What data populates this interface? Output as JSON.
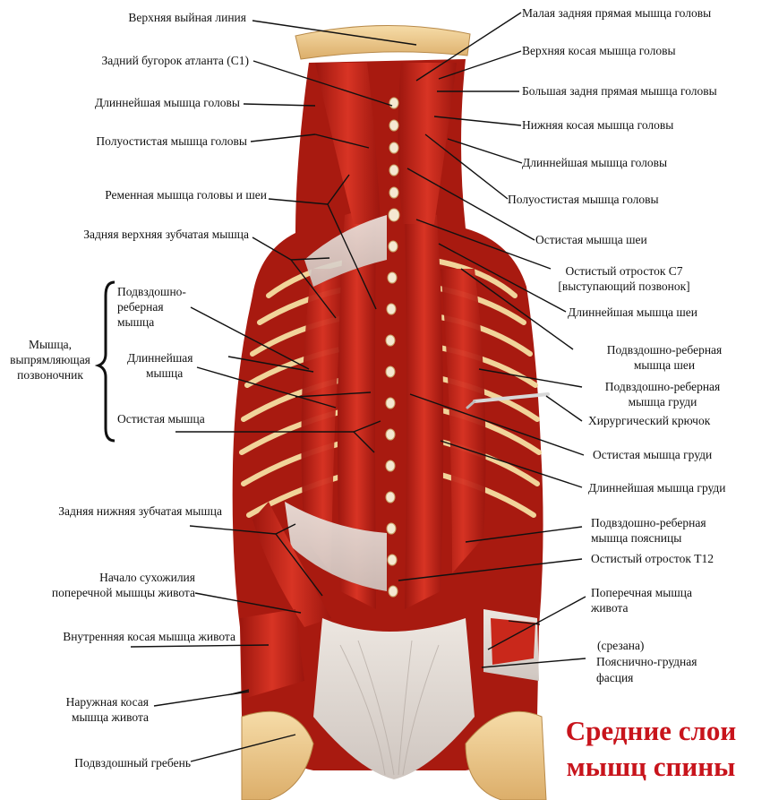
{
  "title": {
    "line1": "Средние слои",
    "line2": "мышц спины"
  },
  "brace_group": {
    "label_l1": "Мышца,",
    "label_l2": "выпрямляющая",
    "label_l3": "позвоночник",
    "iliocostalis_l1": "Подвздошно-",
    "iliocostalis_l2": "реберная",
    "iliocostalis_l3": "мышца",
    "longissimus_l1": "Длиннейшая",
    "longissimus_l2": "мышца",
    "spinalis": "Остистая мышца"
  },
  "labels_left": {
    "superior_nuchal_line": "Верхняя выйная линия",
    "posterior_tubercle_atlas": "Задний бугорок атланта (С1)",
    "longissimus_capitis": "Длиннейшая мышца головы",
    "semispinalis_capitis": "Полуостистая мышца головы",
    "splenius": "Ременная мышца головы и шеи",
    "serratus_posterior_superior": "Задняя верхняя зубчатая мышца",
    "serratus_posterior_inferior": "Задняя нижняя зубчатая мышца",
    "transversus_tendon_l1": "Начало сухожилия",
    "transversus_tendon_l2": "поперечной мышцы живота",
    "internal_oblique": "Внутренняя косая мышца живота",
    "external_oblique_l1": "Наружная косая",
    "external_oblique_l2": "мышца живота",
    "iliac_crest": "Подвздошный гребень"
  },
  "labels_right": {
    "rectus_capitis_posterior_minor": "Малая задняя прямая мышца головы",
    "obliquus_capitis_superior": "Верхняя косая мышца головы",
    "rectus_capitis_posterior_major": "Большая задня прямая мышца головы",
    "obliquus_capitis_inferior": "Нижняя косая мышца головы",
    "longissimus_capitis": "Длиннейшая мышца головы",
    "semispinalis_capitis": "Полуостистая мышца головы",
    "spinalis_cervicis": "Остистая мышца шеи",
    "c7_l1": "Остистый отросток С7",
    "c7_l2": "[выступающий позвонок]",
    "longissimus_cervicis": "Длиннейшая мышца шеи",
    "iliocostalis_cervicis_l1": "Подвздошно-реберная",
    "iliocostalis_cervicis_l2": "мышца шеи",
    "iliocostalis_thoracis_l1": "Подвздошно-реберная",
    "iliocostalis_thoracis_l2": "мышца груди",
    "surgical_hook": "Хирургический крючок",
    "spinalis_thoracis": "Остистая мышца груди",
    "longissimus_thoracis": "Длиннейшая мышца груди",
    "iliocostalis_lumborum_l1": "Подвздошно-реберная",
    "iliocostalis_lumborum_l2": "мышца поясницы",
    "t12": "Остистый отросток Т12",
    "transversus_abdominis_l1": "Поперечная мышца",
    "transversus_abdominis_l2": "живота",
    "thoracolumbar_l1": "(срезана)",
    "thoracolumbar_l2": "Пояснично-грудная",
    "thoracolumbar_l3": "фасция"
  },
  "colors": {
    "muscle": "#cf2a1e",
    "muscle_dark": "#8e130c",
    "tendon": "#e9e2dc",
    "bone": "#efc98c",
    "title": "#c8141c"
  }
}
